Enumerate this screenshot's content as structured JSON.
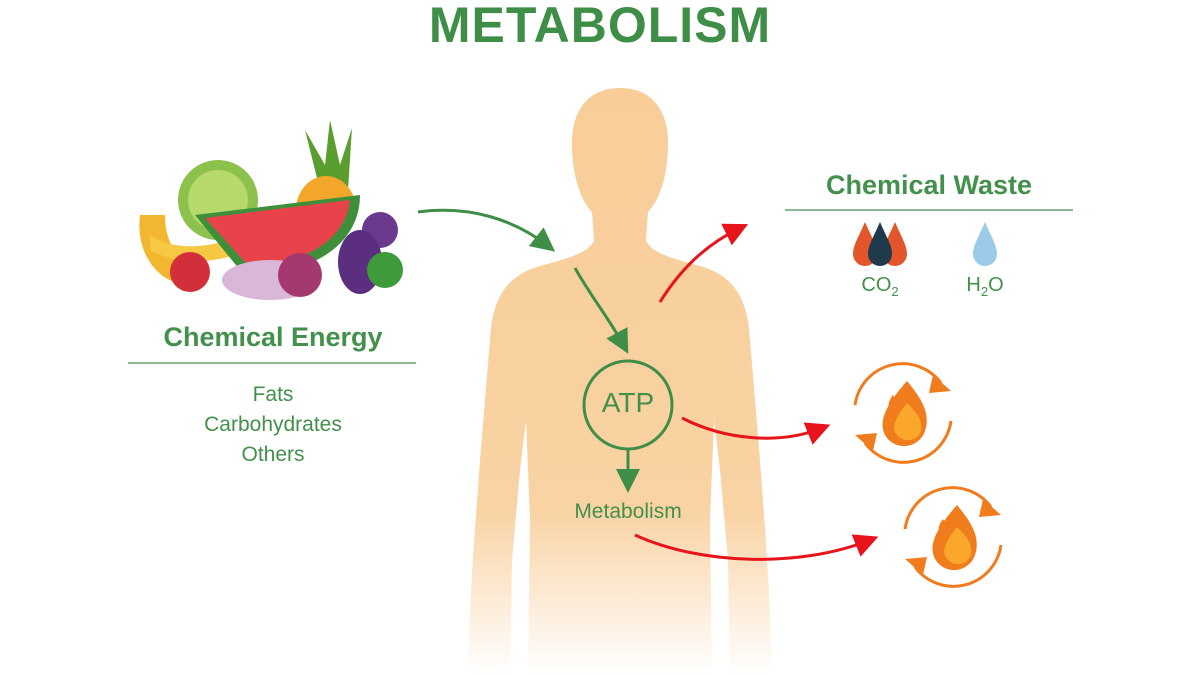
{
  "title": "METABOLISM",
  "energy": {
    "heading": "Chemical Energy",
    "items": [
      "Fats",
      "Carbohydrates",
      "Others"
    ]
  },
  "waste": {
    "heading": "Chemical Waste",
    "co2": {
      "base": "CO",
      "sub": "2"
    },
    "h2o": {
      "pre": "H",
      "sub": "2",
      "post": "O"
    }
  },
  "body": {
    "atp_label": "ATP",
    "metabolism_label": "Metabolism"
  },
  "colors": {
    "green": "#3e8e47",
    "skin": "#f8cd98",
    "red_arrow": "#e8141c",
    "flame_orange": "#f07c1e"
  }
}
